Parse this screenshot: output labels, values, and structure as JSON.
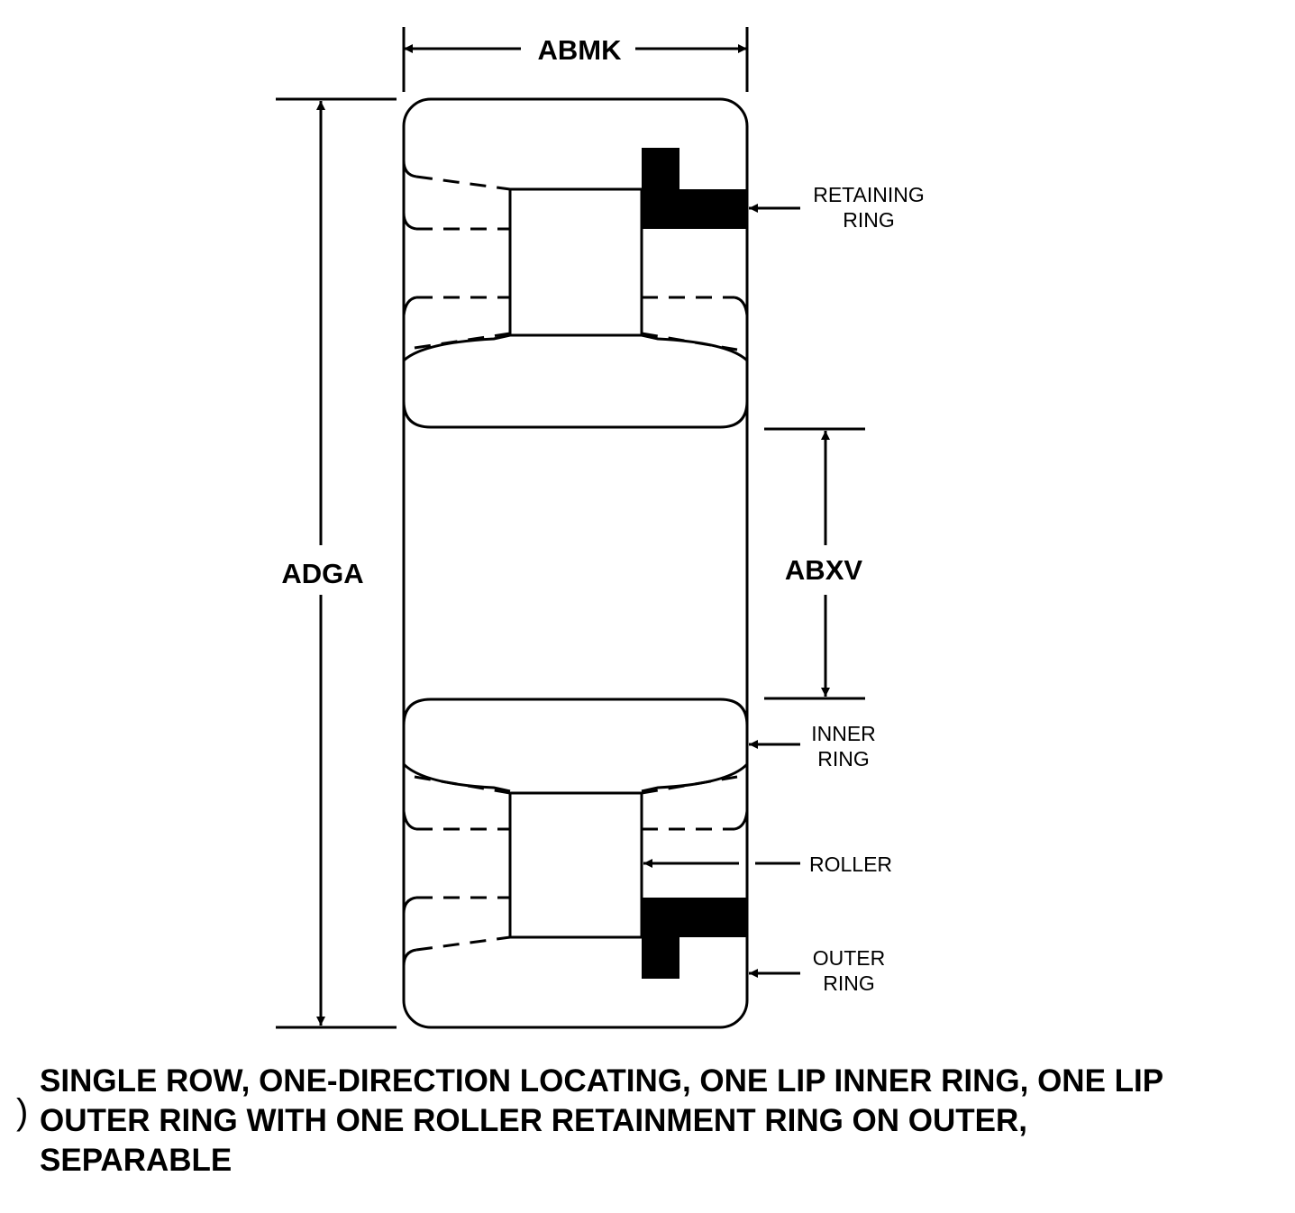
{
  "dimensions": {
    "width_code": "ABMK",
    "outer_diameter_code": "ADGA",
    "bore_code": "ABXV"
  },
  "callouts": {
    "retaining_ring": [
      "RETAINING",
      "RING"
    ],
    "inner_ring": [
      "INNER",
      "RING"
    ],
    "roller": "ROLLER",
    "outer_ring": [
      "OUTER",
      "RING"
    ]
  },
  "caption": {
    "marker": ")",
    "lines": [
      "SINGLE ROW, ONE-DIRECTION LOCATING, ONE LIP INNER RING, ONE LIP",
      "OUTER RING WITH ONE ROLLER RETAINMENT RING ON OUTER,",
      "SEPARABLE"
    ]
  }
}
